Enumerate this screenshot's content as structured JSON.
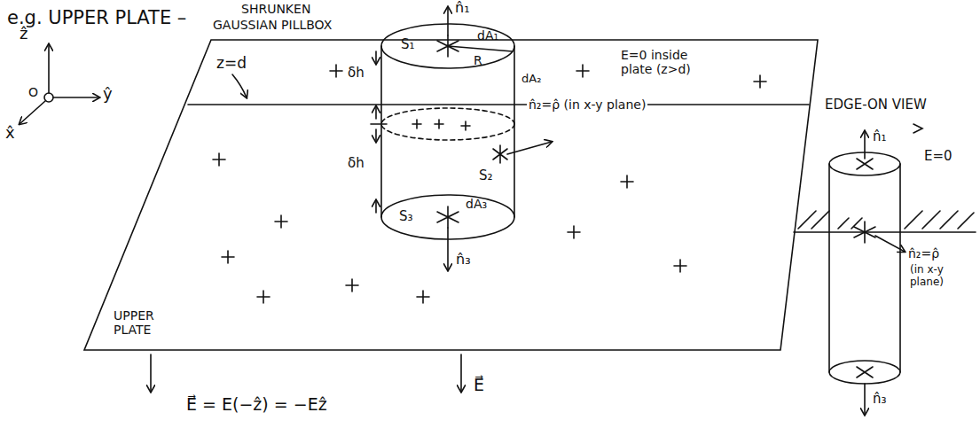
{
  "diagram": {
    "labels": [
      "e.g. UPPER PLATE –",
      "SHRUNKEN",
      "GAUSSIAN PILLBOX",
      "ẑ",
      "O",
      "ŷ",
      "x̂",
      "z=d",
      "n̂₁",
      "S₁",
      "dA₁",
      "R",
      "E=0 inside plate (z>d)",
      "δh",
      "dA₂",
      "δh",
      "n̂₂=ρ̂ (in x-y plane)",
      "S₂",
      "S₃",
      "dA₃",
      "n̂₃",
      "UPPER PLATE",
      "E⃗ = E(−ẑ) = −Eẑ",
      "E⃗",
      "EDGE-ON VIEW",
      "n̂₁",
      "E=0",
      "n̂₂=ρ̂",
      "(in x-y plane)",
      "n̂₃"
    ]
  }
}
